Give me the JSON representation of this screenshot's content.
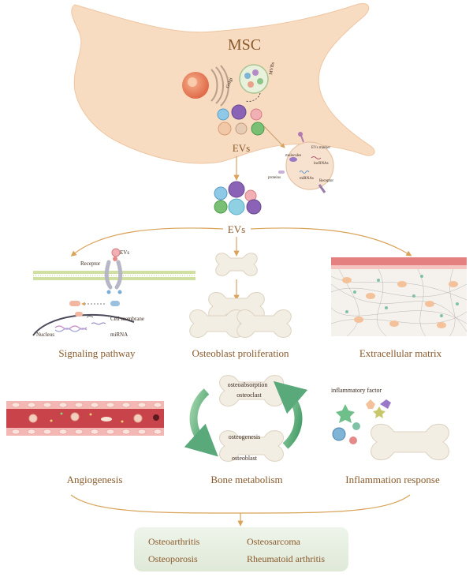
{
  "mesc": {
    "title": "MSC",
    "golgi_label": "Golgi",
    "mvbs_label": "MVBs",
    "evs_label": "EVs"
  },
  "ev_detail": {
    "marker": "EVs marker",
    "molecules": "molecules",
    "lncrnas": "lncRNAs",
    "proteins": "proteins",
    "mirnas": "miRNAs",
    "receptor": "Receptor"
  },
  "center_evs_label": "EVs",
  "signaling": {
    "receptor": "Receptor",
    "evs": "EVs",
    "cell_membrane": "Cell membrane",
    "nucleus": "Nucleus",
    "mirna": "miRNA",
    "title": "Signaling pathway"
  },
  "osteoblast_proliferation": {
    "title": "Osteoblast proliferation"
  },
  "extracellular_matrix": {
    "title": "Extracellular matrix"
  },
  "angiogenesis": {
    "title": "Angiogenesis"
  },
  "bone_metabolism": {
    "osteoabsorption": "osteoabsorption",
    "osteoclast": "osteoclast",
    "osteogenesis": "osteogenesis",
    "osteoblast": "osteoblast",
    "title": "Bone metabolism"
  },
  "inflammation": {
    "factor": "inflammatory factor",
    "title": "Inflammation response"
  },
  "diseases": [
    "Osteoarthritis",
    "Osteosarcoma",
    "Osteoporosis",
    "Rheumatoid arthritis"
  ],
  "colors": {
    "cell": "#f8dcc2",
    "arrow": "#d9a35a",
    "bone": "#f3eee4",
    "vessel": "#c8434a",
    "green_arrow": "#5aa97a",
    "disease_box": "#e7efe1"
  }
}
